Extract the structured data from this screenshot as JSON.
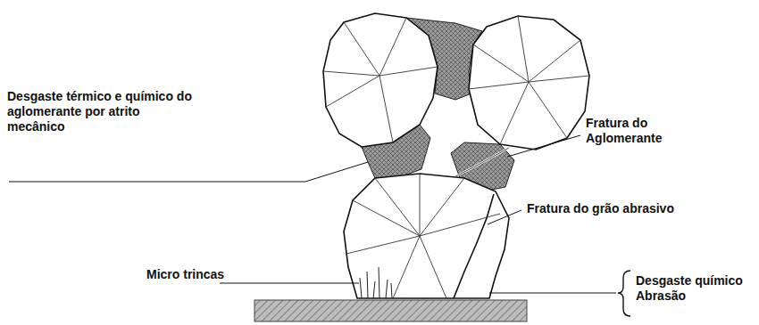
{
  "diagram": {
    "labels": [
      "Desgaste térmico e químico do aglomerante por atrito mecânico",
      "Fratura do Aglomerante",
      "Fratura do grão abrasivo",
      "Micro trincas",
      "Desgaste químico Abrasão"
    ]
  }
}
